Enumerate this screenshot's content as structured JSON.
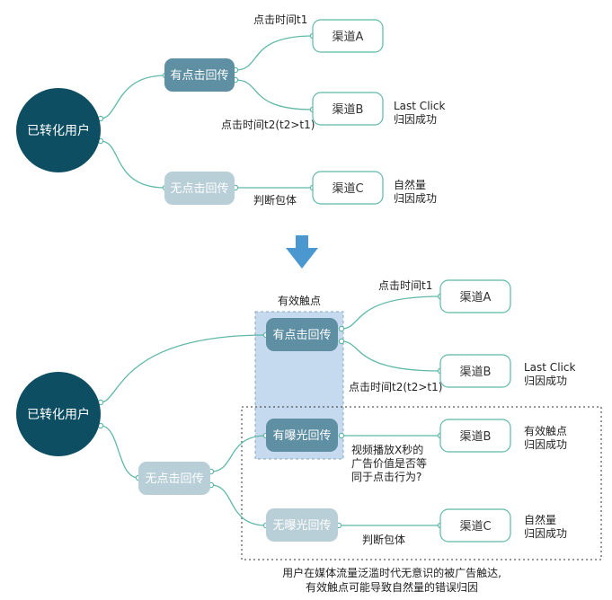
{
  "top": {
    "root": "已转化用户",
    "node_click": "有点击回传",
    "node_noclick": "无点击回传",
    "channel_a": "渠道A",
    "channel_b": "渠道B",
    "channel_c": "渠道C",
    "edge_t1": "点击时间t1",
    "edge_t2": "点击时间t2(t2>t1)",
    "edge_judge": "判断包体",
    "note_b_1": "Last Click",
    "note_b_2": "归因成功",
    "note_c_1": "自然量",
    "note_c_2": "归因成功"
  },
  "bottom": {
    "root": "已转化用户",
    "effective_touch_label": "有效触点",
    "node_click": "有点击回传",
    "node_noclick": "无点击回传",
    "node_exposure": "有曝光回传",
    "node_no_exposure": "无曝光回传",
    "channel_a": "渠道A",
    "channel_b_click": "渠道B",
    "channel_b_exposure": "渠道B",
    "channel_c": "渠道C",
    "edge_t1": "点击时间t1",
    "edge_t2": "点击时间t2(t2>t1)",
    "edge_judge": "判断包体",
    "question_1": "视频播放X秒的",
    "question_2": "广告价值是否等",
    "question_3": "同于点击行为?",
    "note_click_b_1": "Last Click",
    "note_click_b_2": "归因成功",
    "note_exposure_b_1": "有效触点",
    "note_exposure_b_2": "归因成功",
    "note_c_1": "自然量",
    "note_c_2": "归因成功",
    "footer_1": "用户在媒体流量泛滥时代无意识的被广告触达,",
    "footer_2": "有效触点可能导致自然量的错误归因"
  },
  "colors": {
    "root": "#0e4e63",
    "node_dark": "#5f8fa3",
    "node_light": "#b9cfd7",
    "connector": "#5fb8a8",
    "arrow": "#4a98cf",
    "highlight": "#c5daee"
  }
}
